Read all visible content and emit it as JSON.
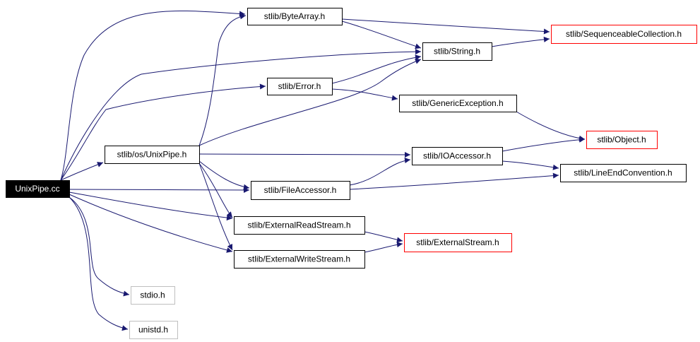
{
  "diagram": {
    "colors": {
      "edge": "#191970",
      "root_fill": "#000000",
      "root_text": "#ffffff",
      "node_border": "#000000",
      "external_border": "#ff0000",
      "system_border": "#bfbfbf",
      "node_text": "#000000"
    },
    "nodes": [
      {
        "id": "unixpipe_cc",
        "label": "UnixPipe.cc",
        "kind": "root"
      },
      {
        "id": "bytearray",
        "label": "stlib/ByteArray.h",
        "kind": "normal"
      },
      {
        "id": "seqcoll",
        "label": "stlib/SequenceableCollection.h",
        "kind": "external"
      },
      {
        "id": "string",
        "label": "stlib/String.h",
        "kind": "normal"
      },
      {
        "id": "error",
        "label": "stlib/Error.h",
        "kind": "normal"
      },
      {
        "id": "genexc",
        "label": "stlib/GenericException.h",
        "kind": "normal"
      },
      {
        "id": "object",
        "label": "stlib/Object.h",
        "kind": "external"
      },
      {
        "id": "unixpipe_h",
        "label": "stlib/os/UnixPipe.h",
        "kind": "normal"
      },
      {
        "id": "ioacc",
        "label": "stlib/IOAccessor.h",
        "kind": "normal"
      },
      {
        "id": "lineend",
        "label": "stlib/LineEndConvention.h",
        "kind": "normal"
      },
      {
        "id": "fileacc",
        "label": "stlib/FileAccessor.h",
        "kind": "normal"
      },
      {
        "id": "extread",
        "label": "stlib/ExternalReadStream.h",
        "kind": "normal"
      },
      {
        "id": "extstream",
        "label": "stlib/ExternalStream.h",
        "kind": "external"
      },
      {
        "id": "extwrite",
        "label": "stlib/ExternalWriteStream.h",
        "kind": "normal"
      },
      {
        "id": "stdio",
        "label": "stdio.h",
        "kind": "system"
      },
      {
        "id": "unistd",
        "label": "unistd.h",
        "kind": "system"
      }
    ],
    "edges": [
      {
        "from": "unixpipe_cc",
        "to": "bytearray"
      },
      {
        "from": "unixpipe_cc",
        "to": "string"
      },
      {
        "from": "unixpipe_cc",
        "to": "error"
      },
      {
        "from": "unixpipe_cc",
        "to": "unixpipe_h"
      },
      {
        "from": "unixpipe_cc",
        "to": "fileacc"
      },
      {
        "from": "unixpipe_cc",
        "to": "extread"
      },
      {
        "from": "unixpipe_cc",
        "to": "extwrite"
      },
      {
        "from": "unixpipe_cc",
        "to": "stdio"
      },
      {
        "from": "unixpipe_cc",
        "to": "unistd"
      },
      {
        "from": "bytearray",
        "to": "seqcoll"
      },
      {
        "from": "bytearray",
        "to": "string"
      },
      {
        "from": "string",
        "to": "seqcoll"
      },
      {
        "from": "error",
        "to": "string"
      },
      {
        "from": "error",
        "to": "genexc"
      },
      {
        "from": "genexc",
        "to": "object"
      },
      {
        "from": "unixpipe_h",
        "to": "bytearray"
      },
      {
        "from": "unixpipe_h",
        "to": "string"
      },
      {
        "from": "unixpipe_h",
        "to": "ioacc"
      },
      {
        "from": "unixpipe_h",
        "to": "fileacc"
      },
      {
        "from": "unixpipe_h",
        "to": "extread"
      },
      {
        "from": "unixpipe_h",
        "to": "extwrite"
      },
      {
        "from": "ioacc",
        "to": "object"
      },
      {
        "from": "ioacc",
        "to": "lineend"
      },
      {
        "from": "fileacc",
        "to": "ioacc"
      },
      {
        "from": "fileacc",
        "to": "lineend"
      },
      {
        "from": "extread",
        "to": "extstream"
      },
      {
        "from": "extwrite",
        "to": "extstream"
      }
    ]
  }
}
